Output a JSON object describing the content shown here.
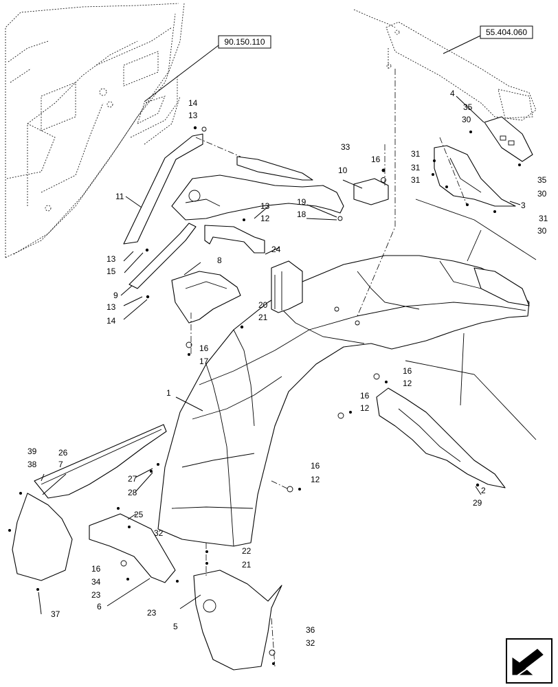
{
  "references": {
    "cab_ref": "90.150.110",
    "light_ref": "55.404.060"
  },
  "callouts": {
    "c1": "1",
    "c2": "2",
    "c3": "3",
    "c4": "4",
    "c5": "5",
    "c6": "6",
    "c7": "7",
    "c8": "8",
    "c9": "9",
    "c10": "10",
    "c11": "11",
    "c12a": "12",
    "c12b": "12",
    "c12c": "12",
    "c12d": "12",
    "c13a": "13",
    "c13b": "13",
    "c13c": "13",
    "c13d": "13",
    "c14a": "14",
    "c14b": "14",
    "c15": "15",
    "c16a": "16",
    "c16b": "16",
    "c16c": "16",
    "c16d": "16",
    "c16e": "16",
    "c16f": "16",
    "c17": "17",
    "c18": "18",
    "c19": "19",
    "c20": "20",
    "c21a": "21",
    "c21b": "21",
    "c22": "22",
    "c23a": "23",
    "c23b": "23",
    "c24": "24",
    "c25": "25",
    "c26": "26",
    "c27": "27",
    "c28": "28",
    "c29": "29",
    "c30a": "30",
    "c30b": "30",
    "c30c": "30",
    "c31a": "31",
    "c31b": "31",
    "c31c": "31",
    "c31d": "31",
    "c32a": "32",
    "c32b": "32",
    "c33": "33",
    "c34": "34",
    "c35a": "35",
    "c35b": "35",
    "c36": "36",
    "c37": "37",
    "c38": "38",
    "c39": "39"
  },
  "icons": {
    "nav": "navigation-arrow-icon"
  }
}
